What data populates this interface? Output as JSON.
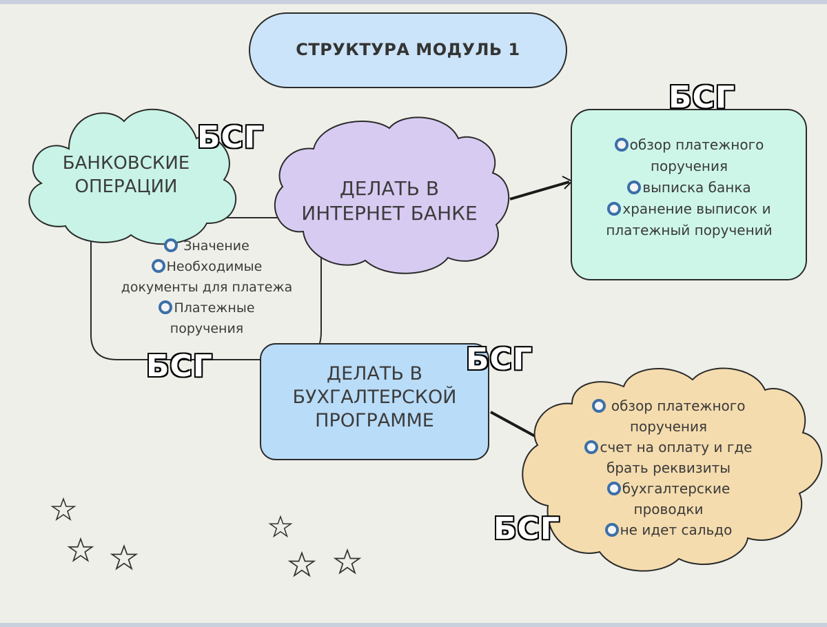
{
  "title": "СТРУКТУРА МОДУЛЬ 1",
  "nodes": {
    "bank_ops": {
      "label": "БАНКОВСКИЕ\nОПЕРАЦИИ"
    },
    "internet_bank": {
      "label": "ДЕЛАТЬ В\nИНТЕРНЕТ БАНКЕ"
    },
    "accounting": {
      "label": "ДЕЛАТЬ В\nБУХГАЛТЕРСКОЙ\nПРОГРАММЕ"
    }
  },
  "lists": {
    "bank_ops_items": [
      "Значение",
      "Необходимые",
      "документы для платежа",
      "Платежные",
      "поручения"
    ],
    "internet_items": [
      "обзор платежного",
      "поручения",
      "выписка банка",
      "хранение выписок и",
      "платежный поручений"
    ],
    "accounting_items": [
      "обзор платежного",
      "поручения",
      "счет на оплату  и где",
      "брать реквизиты",
      "бухгалтерские",
      "проводки",
      "не идет сальдо"
    ]
  },
  "stickers": [
    "БСГ",
    "БСГ",
    "БСГ",
    "БСГ",
    "БСГ"
  ],
  "colors": {
    "title_fill": "#cce4f9",
    "bank_cloud": "#c8f3e6",
    "internet_cloud": "#d8cbf2",
    "internet_box": "#cdf6e9",
    "accounting_box": "#b9dcf8",
    "accounting_cloud": "#f5dcae",
    "bullet": "#3b6fa8"
  }
}
